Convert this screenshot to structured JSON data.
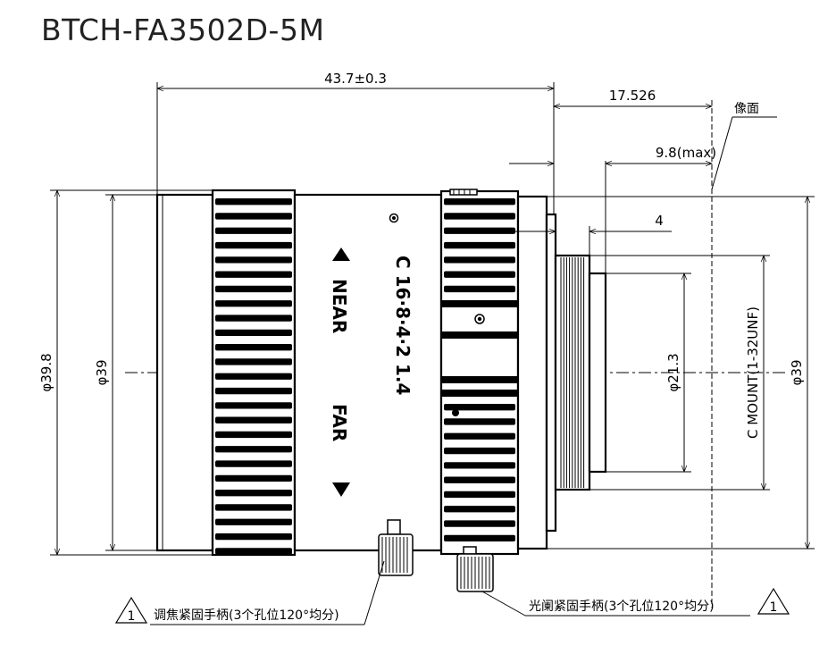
{
  "title": "BTCH-FA3502D-5M",
  "dimensions": {
    "overall_length": "43.7±0.3",
    "flange_back": "17.526",
    "back_focus": "9.8(max)",
    "thread_length": "4",
    "outer_diameter": "φ39.8",
    "body_diameter": "φ39",
    "rear_diameter": "φ21.3",
    "mount": "C MOUNT(1-32UNF)",
    "mount_diameter": "φ39"
  },
  "image_plane_label": "像面",
  "aperture_scale": "C 16·8·4·2 1.4",
  "focus_labels": {
    "near": "NEAR",
    "far": "FAR"
  },
  "notes": {
    "focus_screw": "调焦紧固手柄(3个孔位120°均分)",
    "iris_screw": "光阑紧固手柄(3个孔位120°均分)",
    "warning_mark": "1"
  }
}
